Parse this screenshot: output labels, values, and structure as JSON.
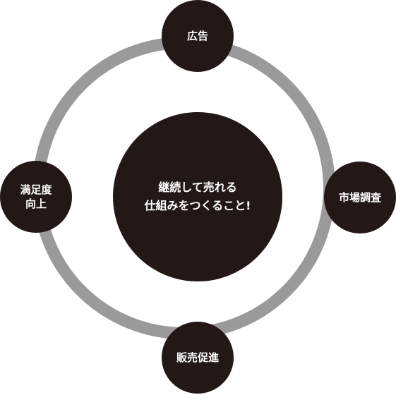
{
  "diagram": {
    "center": {
      "label": "継続して売れる\n仕組みをつくること!"
    },
    "cycle": [
      {
        "id": "top",
        "label": "広告"
      },
      {
        "id": "right",
        "label": "市場調査"
      },
      {
        "id": "bottom",
        "label": "販売促進"
      },
      {
        "id": "left",
        "label": "満足度\n向上"
      }
    ]
  },
  "colors": {
    "node": "#231815",
    "ring": "#9b9a9a",
    "text": "#ffffff",
    "background": "#ffffff"
  }
}
